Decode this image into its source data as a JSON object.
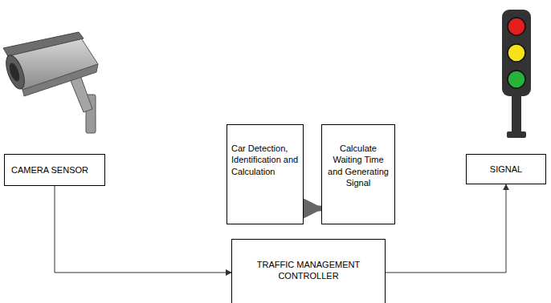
{
  "diagram": {
    "nodes": [
      {
        "text": [
          "CAMERA SENSOR"
        ]
      },
      {
        "text": [
          "Car Detection, Identification and Calculation"
        ]
      },
      {
        "text": [
          "Calculate Waiting Time and Generating Signal"
        ]
      },
      {
        "text": [
          "SIGNAL"
        ]
      },
      {
        "text": [
          "TRAFFIC MANAGEMENT CONTROLLER"
        ]
      }
    ],
    "edges": [
      {
        "from": 0,
        "to": 4,
        "arrow": "to"
      },
      {
        "from": 1,
        "to": 2,
        "arrow": "to"
      },
      {
        "from": 4,
        "to": 3,
        "arrow": "to"
      }
    ]
  }
}
